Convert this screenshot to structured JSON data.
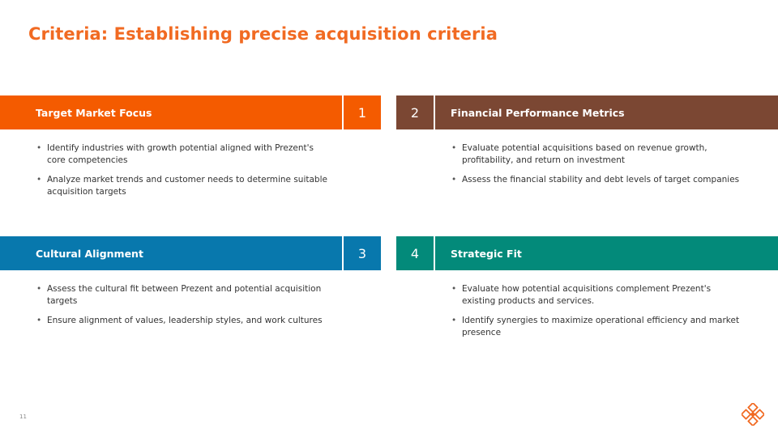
{
  "title": "Criteria: Establishing precise acquisition criteria",
  "cards": [
    {
      "number": "1",
      "heading": "Target Market Focus",
      "color": "#F45B00",
      "bullets": [
        "Identify industries with growth potential aligned with Prezent's core competencies",
        "Analyze market trends and customer needs to determine suitable acquisition targets"
      ]
    },
    {
      "number": "2",
      "heading": "Financial Performance Metrics",
      "color": "#7B4733",
      "bullets": [
        "Evaluate potential acquisitions based on revenue growth, profitability, and return on investment",
        "Assess the financial stability and debt levels of target companies"
      ]
    },
    {
      "number": "3",
      "heading": "Cultural Alignment",
      "color": "#0878AD",
      "bullets": [
        "Assess the cultural fit between Prezent and potential acquisition targets",
        "Ensure alignment of values, leadership styles, and work cultures"
      ]
    },
    {
      "number": "4",
      "heading": "Strategic Fit",
      "color": "#038A7A",
      "bullets": [
        "Evaluate how potential acquisitions complement Prezent's existing products and services.",
        "Identify synergies to maximize operational efficiency and market presence"
      ]
    }
  ],
  "page_number": "11",
  "logo_icon": "prezent-logo-icon",
  "accent_color": "#F16A22"
}
